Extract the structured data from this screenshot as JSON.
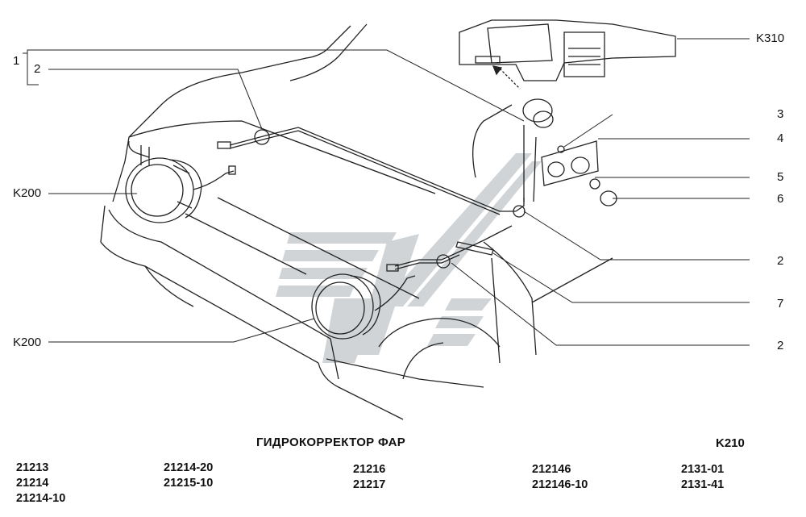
{
  "diagram": {
    "title": "ГИДРОКОРРЕКТОР ФАР",
    "code": "K210",
    "callouts": {
      "c1": "1",
      "c2_top": "2",
      "k200_upper": "K200",
      "k200_lower": "K200",
      "k310": "K310",
      "c3": "3",
      "c4": "4",
      "c5": "5",
      "c6": "6",
      "c2_mid": "2",
      "c7": "7",
      "c2_bot": "2"
    },
    "models": {
      "col1": [
        "21213",
        "21214",
        "21214-10"
      ],
      "col2": [
        "21214-20",
        "21215-10"
      ],
      "col3": [
        "21216",
        "21217"
      ],
      "col4": [
        "212146",
        "212146-10"
      ],
      "col5": [
        "2131-01",
        "2131-41"
      ]
    }
  },
  "colors": {
    "watermark": "#c9cdd0",
    "ink": "#222222"
  }
}
